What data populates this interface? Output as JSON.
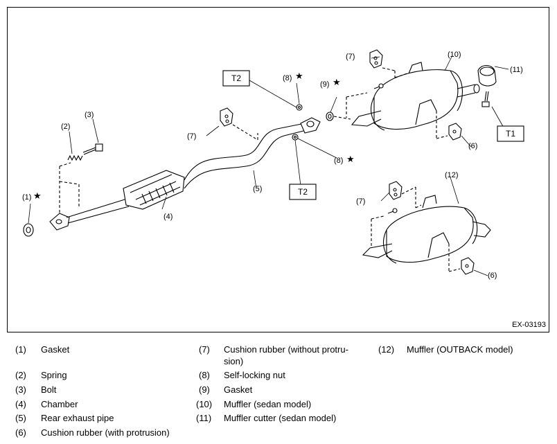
{
  "figure": {
    "code": "EX-03193",
    "torque_boxes": [
      "T1",
      "T2",
      "T2"
    ],
    "callouts": [
      "(1)",
      "(2)",
      "(3)",
      "(4)",
      "(5)",
      "(6)",
      "(6)",
      "(7)",
      "(7)",
      "(7)",
      "(8)",
      "(8)",
      "(9)",
      "(10)",
      "(11)",
      "(12)"
    ],
    "star": "★"
  },
  "legend": {
    "col1": [
      {
        "num": "(1)",
        "text": "Gasket"
      },
      {
        "num": "(2)",
        "text": "Spring"
      },
      {
        "num": "(3)",
        "text": "Bolt"
      },
      {
        "num": "(4)",
        "text": "Chamber"
      },
      {
        "num": "(5)",
        "text": "Rear exhaust pipe"
      },
      {
        "num": "(6)",
        "text": "Cushion rubber (with protrusion)"
      }
    ],
    "col2": [
      {
        "num": "(7)",
        "text": "Cushion rubber (without protru-",
        "text2": "sion)"
      },
      {
        "num": "(8)",
        "text": "Self-locking nut"
      },
      {
        "num": "(9)",
        "text": "Gasket"
      },
      {
        "num": "(10)",
        "text": "Muffler (sedan model)"
      },
      {
        "num": "(11)",
        "text": "Muffler cutter (sedan model)"
      }
    ],
    "col3": [
      {
        "num": "(12)",
        "text": "Muffler (OUTBACK model)"
      }
    ]
  }
}
